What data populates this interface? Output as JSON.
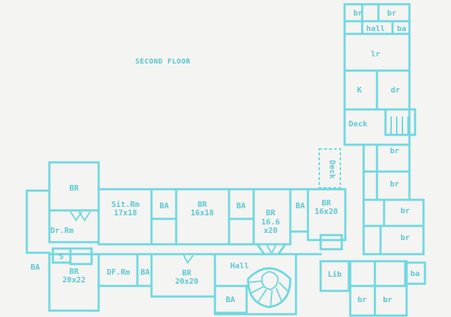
{
  "title": "SECOND FLOOR",
  "rooms": {
    "br_top_left": "br",
    "br_top_right": "br",
    "hall_top": "hall",
    "ba_top": "ba",
    "lr": "lr",
    "k": "K",
    "dr_right": "dr",
    "deck_right": "Deck",
    "br_wing_1": "br",
    "br_wing_2": "br",
    "br_wing_3": "br",
    "br_wing_4": "br",
    "deck_vertical": "Deck",
    "br_left_upper": "BR",
    "dr_rm": "Dr.Rm",
    "sit_rm": "Sit.Rm",
    "sit_rm_size": "17x18",
    "ba_1": "BA",
    "br_16x18": "BR",
    "br_16x18_size": "16x18",
    "ba_2": "BA",
    "br_mid": "BR",
    "br_mid_size_1": "16.6",
    "br_mid_size_2": "x20",
    "ba_3": "BA",
    "br_16x20": "BR",
    "br_16x20_size": "16x20",
    "s": "S",
    "ba_left": "BA",
    "br_20x22": "BR",
    "br_20x22_size": "20x22",
    "df_rm": "DF.Rm",
    "ba_small": "BA",
    "br_20x20": "BR",
    "br_20x20_size": "20x20",
    "hall": "Hall",
    "ba_bottom": "BA",
    "lib": "Lib",
    "ba_right_small": "ba",
    "br_bottom_1": "br",
    "br_bottom_2": "br"
  }
}
